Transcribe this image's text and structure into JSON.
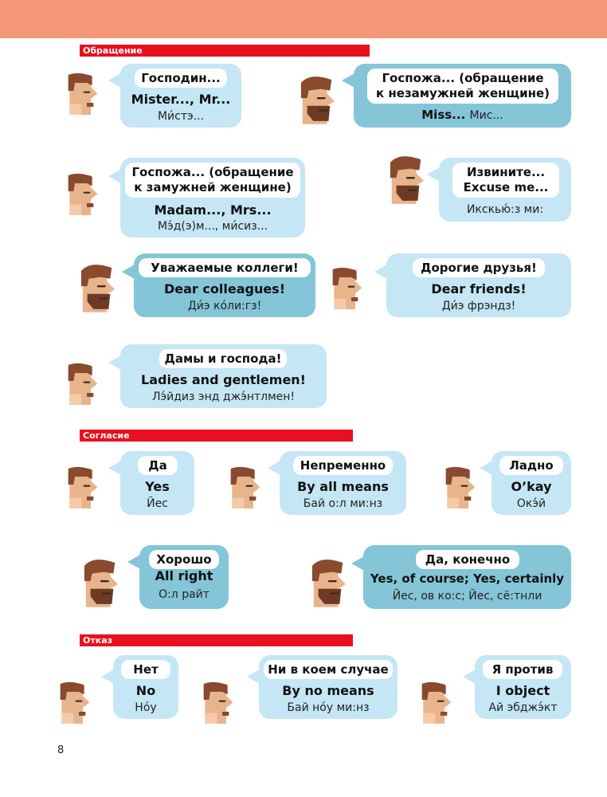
{
  "sections": {
    "address": "Обращение",
    "agreement": "Согласие",
    "refusal": "Отказ"
  },
  "phrases": {
    "mister": {
      "ru": "Господин...",
      "en": "Mister..., Mr...",
      "tr": "Ми́стэ..."
    },
    "miss": {
      "ru1": "Госпожа... (обращение",
      "ru2": "к незамужней женщине)",
      "en": "Miss...",
      "tr": "Мис..."
    },
    "madam": {
      "ru1": "Госпожа... (обращение",
      "ru2": "к замужней женщине)",
      "en": "Madam..., Mrs...",
      "tr": "Мэ́д(э)м..., ми́сиз..."
    },
    "excuse": {
      "ru1": "Извините...",
      "ru2": "Excuse me...",
      "tr": "Икскью́:з ми:"
    },
    "colleagues": {
      "ru": "Уважаемые коллеги!",
      "en": "Dear colleagues!",
      "tr": "Ди́э ко́ли:гз!"
    },
    "friends": {
      "ru": "Дорогие друзья!",
      "en": "Dear friends!",
      "tr": "Ди́э фрэндз!"
    },
    "ladies": {
      "ru": "Дамы и господа!",
      "en": "Ladies and gentlemen!",
      "tr": "Лэ́йдиз энд джэ́нтлмен!"
    },
    "yes": {
      "ru": "Да",
      "en": "Yes",
      "tr": "Йес"
    },
    "bymeans": {
      "ru": "Непременно",
      "en": "By all means",
      "tr": "Бай о:л ми:нз"
    },
    "okay": {
      "ru": "Ладно",
      "en": "O’kay",
      "tr": "Окэ́й"
    },
    "allright": {
      "ru": "Хорошо",
      "en": "All right",
      "tr": "О:л райт"
    },
    "ofcourse": {
      "ru": "Да, конечно",
      "en": "Yes, of course; Yes, certainly",
      "tr": "Йес, ов ко:с; Йес, сё:тнли"
    },
    "no": {
      "ru": "Нет",
      "en": "No",
      "tr": "Но́у"
    },
    "nomeans": {
      "ru": "Ни в коем случае",
      "en": "By no means",
      "tr": "Бай но́у ми:нз"
    },
    "object": {
      "ru": "Я против",
      "en": "I object",
      "tr": "Ай эбджэ́кт"
    }
  },
  "page_number": "8",
  "colors": {
    "top_band": "#f5987a",
    "section_bar": "#e8101f",
    "bubble_light": "#c5e6f4",
    "bubble_dark": "#84c5d8",
    "skin": "#e8b48c",
    "hair": "#8a4a2e"
  }
}
